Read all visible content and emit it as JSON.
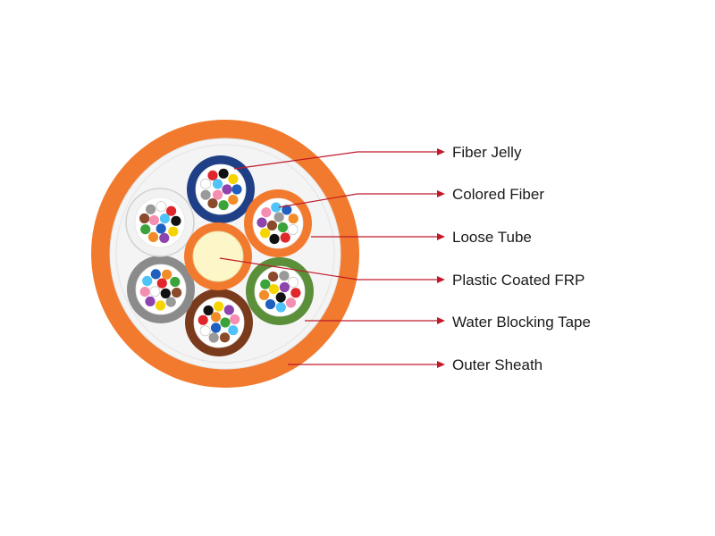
{
  "labels": [
    {
      "id": "fiber-jelly",
      "text": "Fiber Jelly"
    },
    {
      "id": "colored-fiber",
      "text": "Colored Fiber"
    },
    {
      "id": "loose-tube",
      "text": "Loose Tube"
    },
    {
      "id": "plastic-coated-frp",
      "text": "Plastic Coated FRP"
    },
    {
      "id": "water-blocking-tape",
      "text": "Water Blocking Tape"
    },
    {
      "id": "outer-sheath",
      "text": "Outer Sheath"
    }
  ],
  "colors": {
    "sheath": "#f27a2e",
    "tape": "#f3f3f3",
    "frp_core": "#fdf6c8",
    "frp_coat": "#f27a2e",
    "leader": "#c0192a",
    "tubes": [
      "#1f3f86",
      "#f27a2e",
      "#5b8f3a",
      "#7a3b1d",
      "#8b8b8b",
      "#f2f2f2"
    ],
    "fibers": [
      "#1f5fbf",
      "#f28c28",
      "#3aa33a",
      "#8b4a2b",
      "#9a9a9a",
      "#ffffff",
      "#e0262b",
      "#111111",
      "#f5d400",
      "#8e44ad",
      "#f48fb1",
      "#4fc3f7"
    ]
  }
}
